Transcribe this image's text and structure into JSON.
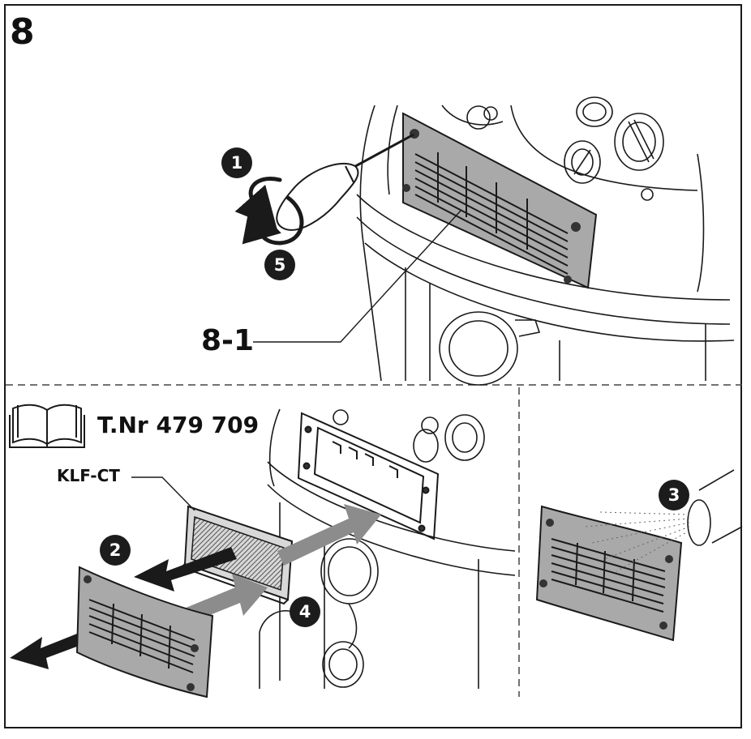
{
  "figure": {
    "number": "8"
  },
  "callout": {
    "label": "8-1"
  },
  "manual": {
    "part_number": "T.Nr 479 709",
    "icon": "book-icon"
  },
  "filter": {
    "label": "KLF-CT"
  },
  "steps": [
    "1",
    "5",
    "2",
    "4",
    "3"
  ],
  "colors": {
    "ink": "#1a1a1a",
    "part_gray": "#a9a9a9",
    "arrow_gray": "#8c8c8c",
    "badge": "#1c1c1c"
  }
}
